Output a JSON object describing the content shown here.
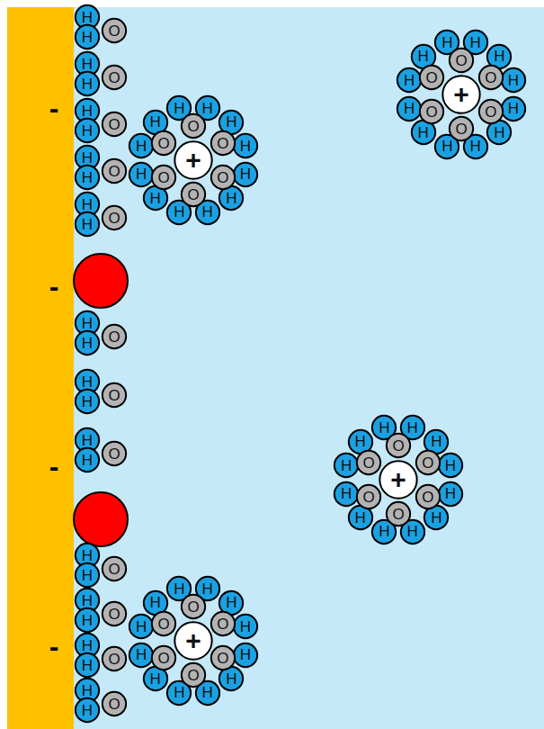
{
  "diagram": {
    "nodes": [
      {
        "text": [
          "H"
        ]
      },
      {
        "text": [
          "H"
        ]
      },
      {
        "text": [
          "O"
        ]
      },
      {
        "text": [
          "H"
        ]
      },
      {
        "text": [
          "H"
        ]
      },
      {
        "text": [
          "O"
        ]
      },
      {
        "text": [
          "H"
        ]
      },
      {
        "text": [
          "H"
        ]
      },
      {
        "text": [
          "O"
        ]
      },
      {
        "text": [
          "H"
        ]
      },
      {
        "text": [
          "H"
        ]
      },
      {
        "text": [
          "O"
        ]
      },
      {
        "text": [
          "H"
        ]
      },
      {
        "text": [
          "H"
        ]
      },
      {
        "text": [
          "O"
        ]
      },
      {
        "text": [
          "H"
        ]
      },
      {
        "text": [
          "H"
        ]
      },
      {
        "text": [
          "O"
        ]
      },
      {
        "text": [
          "H"
        ]
      },
      {
        "text": [
          "H"
        ]
      },
      {
        "text": [
          "O"
        ]
      },
      {
        "text": [
          "H"
        ]
      },
      {
        "text": [
          "H"
        ]
      },
      {
        "text": [
          "O"
        ]
      },
      {
        "text": [
          "H"
        ]
      },
      {
        "text": [
          "H"
        ]
      },
      {
        "text": [
          "O"
        ]
      },
      {
        "text": [
          "H"
        ]
      },
      {
        "text": [
          "H"
        ]
      },
      {
        "text": [
          "O"
        ]
      },
      {
        "text": [
          "H"
        ]
      },
      {
        "text": [
          "H"
        ]
      },
      {
        "text": [
          "O"
        ]
      },
      {
        "text": [
          "H"
        ]
      },
      {
        "text": [
          "H"
        ]
      },
      {
        "text": [
          "O"
        ]
      },
      {
        "text": [
          "+"
        ]
      },
      {
        "text": [
          "H"
        ]
      },
      {
        "text": [
          "H"
        ]
      },
      {
        "text": [
          "O"
        ]
      },
      {
        "text": [
          "H"
        ]
      },
      {
        "text": [
          "H"
        ]
      },
      {
        "text": [
          "O"
        ]
      },
      {
        "text": [
          "H"
        ]
      },
      {
        "text": [
          "H"
        ]
      },
      {
        "text": [
          "O"
        ]
      },
      {
        "text": [
          "H"
        ]
      },
      {
        "text": [
          "H"
        ]
      },
      {
        "text": [
          "O"
        ]
      },
      {
        "text": [
          "H"
        ]
      },
      {
        "text": [
          "H"
        ]
      },
      {
        "text": [
          "O"
        ]
      },
      {
        "text": [
          "H"
        ]
      },
      {
        "text": [
          "H"
        ]
      },
      {
        "text": [
          "O"
        ]
      },
      {
        "text": [
          "+"
        ]
      },
      {
        "text": [
          "H"
        ]
      },
      {
        "text": [
          "H"
        ]
      },
      {
        "text": [
          "O"
        ]
      },
      {
        "text": [
          "H"
        ]
      },
      {
        "text": [
          "H"
        ]
      },
      {
        "text": [
          "O"
        ]
      },
      {
        "text": [
          "H"
        ]
      },
      {
        "text": [
          "H"
        ]
      },
      {
        "text": [
          "O"
        ]
      },
      {
        "text": [
          "H"
        ]
      },
      {
        "text": [
          "H"
        ]
      },
      {
        "text": [
          "O"
        ]
      },
      {
        "text": [
          "H"
        ]
      },
      {
        "text": [
          "H"
        ]
      },
      {
        "text": [
          "O"
        ]
      },
      {
        "text": [
          "H"
        ]
      },
      {
        "text": [
          "H"
        ]
      },
      {
        "text": [
          "O"
        ]
      },
      {
        "text": [
          "+"
        ]
      },
      {
        "text": [
          "H"
        ]
      },
      {
        "text": [
          "H"
        ]
      },
      {
        "text": [
          "O"
        ]
      },
      {
        "text": [
          "H"
        ]
      },
      {
        "text": [
          "H"
        ]
      },
      {
        "text": [
          "O"
        ]
      },
      {
        "text": [
          "H"
        ]
      },
      {
        "text": [
          "H"
        ]
      },
      {
        "text": [
          "O"
        ]
      },
      {
        "text": [
          "H"
        ]
      },
      {
        "text": [
          "H"
        ]
      },
      {
        "text": [
          "O"
        ]
      },
      {
        "text": [
          "H"
        ]
      },
      {
        "text": [
          "H"
        ]
      },
      {
        "text": [
          "O"
        ]
      },
      {
        "text": [
          "H"
        ]
      },
      {
        "text": [
          "H"
        ]
      },
      {
        "text": [
          "O"
        ]
      },
      {
        "text": [
          "+"
        ]
      },
      {
        "text": [
          "H"
        ]
      },
      {
        "text": [
          "H"
        ]
      },
      {
        "text": [
          "O"
        ]
      },
      {
        "text": [
          "H"
        ]
      },
      {
        "text": [
          "H"
        ]
      },
      {
        "text": [
          "O"
        ]
      },
      {
        "text": [
          "H"
        ]
      },
      {
        "text": [
          "H"
        ]
      },
      {
        "text": [
          "O"
        ]
      },
      {
        "text": [
          "H"
        ]
      },
      {
        "text": [
          "H"
        ]
      },
      {
        "text": [
          "O"
        ]
      },
      {
        "text": [
          "H"
        ]
      },
      {
        "text": [
          "H"
        ]
      },
      {
        "text": [
          "O"
        ]
      },
      {
        "text": [
          "H"
        ]
      },
      {
        "text": [
          "H"
        ]
      },
      {
        "text": [
          "O"
        ]
      }
    ],
    "labels": [
      "-",
      "-",
      "-",
      "-"
    ]
  }
}
